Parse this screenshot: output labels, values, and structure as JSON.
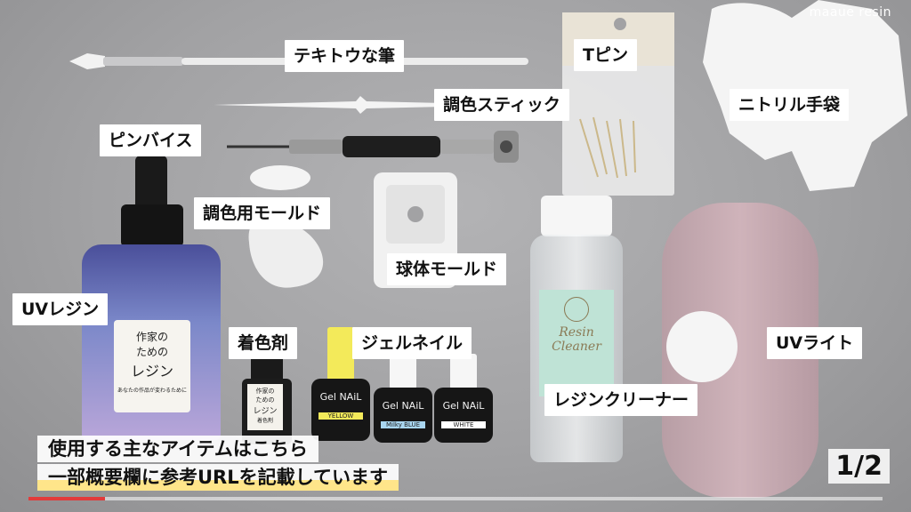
{
  "watermark": "maaue resin",
  "labels": {
    "brush": "テキトウな筆",
    "tpin": "Tピン",
    "stick": "調色スティック",
    "gloves": "ニトリル手袋",
    "pinvise": "ピンバイス",
    "mold_color": "調色用モールド",
    "mold_sphere": "球体モールド",
    "uv_resin": "UVレジン",
    "colorant": "着色剤",
    "gel_nail": "ジェルネイル",
    "uv_light": "UVライト",
    "cleaner": "レジンクリーナー"
  },
  "products": {
    "resin_bottle_line1": "作家の",
    "resin_bottle_line2": "ための",
    "resin_bottle_line3": "レジン",
    "resin_bottle_sub": "あなたの作品が変わるために",
    "colorant_line1": "作家の",
    "colorant_line2": "ための",
    "colorant_line3": "レジン",
    "colorant_sub": "着色剤",
    "nail_brand": "Gel NAiL",
    "nail_yellow": "YELLOW",
    "nail_blue": "Milky BLUE",
    "nail_white": "WHITE",
    "cleaner_line1": "Resin",
    "cleaner_line2": "Cleaner"
  },
  "caption": {
    "line1": "使用する主なアイテムはこちら",
    "line2": "一部概要欄に参考URLを記載しています"
  },
  "page_indicator": "1/2",
  "progress": 0.09,
  "colors": {
    "background": "#a2a2a4",
    "progress_fill": "#e23b3b",
    "caption_highlight": "#ffe58a",
    "uv_light": "#c8aab0"
  }
}
